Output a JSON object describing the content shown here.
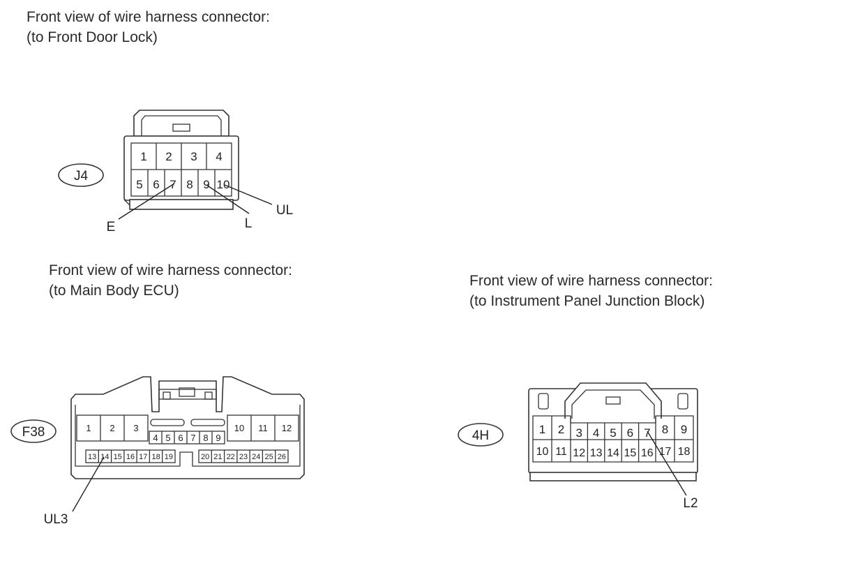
{
  "connectors": [
    {
      "id": "J4",
      "caption": {
        "line1": "Front view of wire harness connector:",
        "line2": "(to Front Door Lock)"
      },
      "pins": {
        "row1": [
          "1",
          "2",
          "3",
          "4"
        ],
        "row2": [
          "5",
          "6",
          "7",
          "8",
          "9",
          "10"
        ]
      },
      "callouts": [
        "E",
        "L",
        "UL"
      ]
    },
    {
      "id": "F38",
      "caption": {
        "line1": "Front view of wire harness connector:",
        "line2": "(to Main Body ECU)"
      },
      "pins": {
        "left_top": [
          "1",
          "2",
          "3"
        ],
        "mid": [
          "4",
          "5",
          "6",
          "7",
          "8",
          "9"
        ],
        "right_top": [
          "10",
          "11",
          "12"
        ],
        "left_bottom": [
          "13",
          "14",
          "15",
          "16",
          "17",
          "18",
          "19"
        ],
        "right_bottom": [
          "20",
          "21",
          "22",
          "23",
          "24",
          "25",
          "26"
        ]
      },
      "callouts": [
        "UL3"
      ]
    },
    {
      "id": "4H",
      "caption": {
        "line1": "Front view of wire harness connector:",
        "line2": "(to Instrument Panel Junction Block)"
      },
      "pins": {
        "row1": [
          "1",
          "2",
          "3",
          "4",
          "5",
          "6",
          "7",
          "8",
          "9"
        ],
        "row2": [
          "10",
          "11",
          "12",
          "13",
          "14",
          "15",
          "16",
          "17",
          "18"
        ]
      },
      "callouts": [
        "L2"
      ]
    }
  ]
}
